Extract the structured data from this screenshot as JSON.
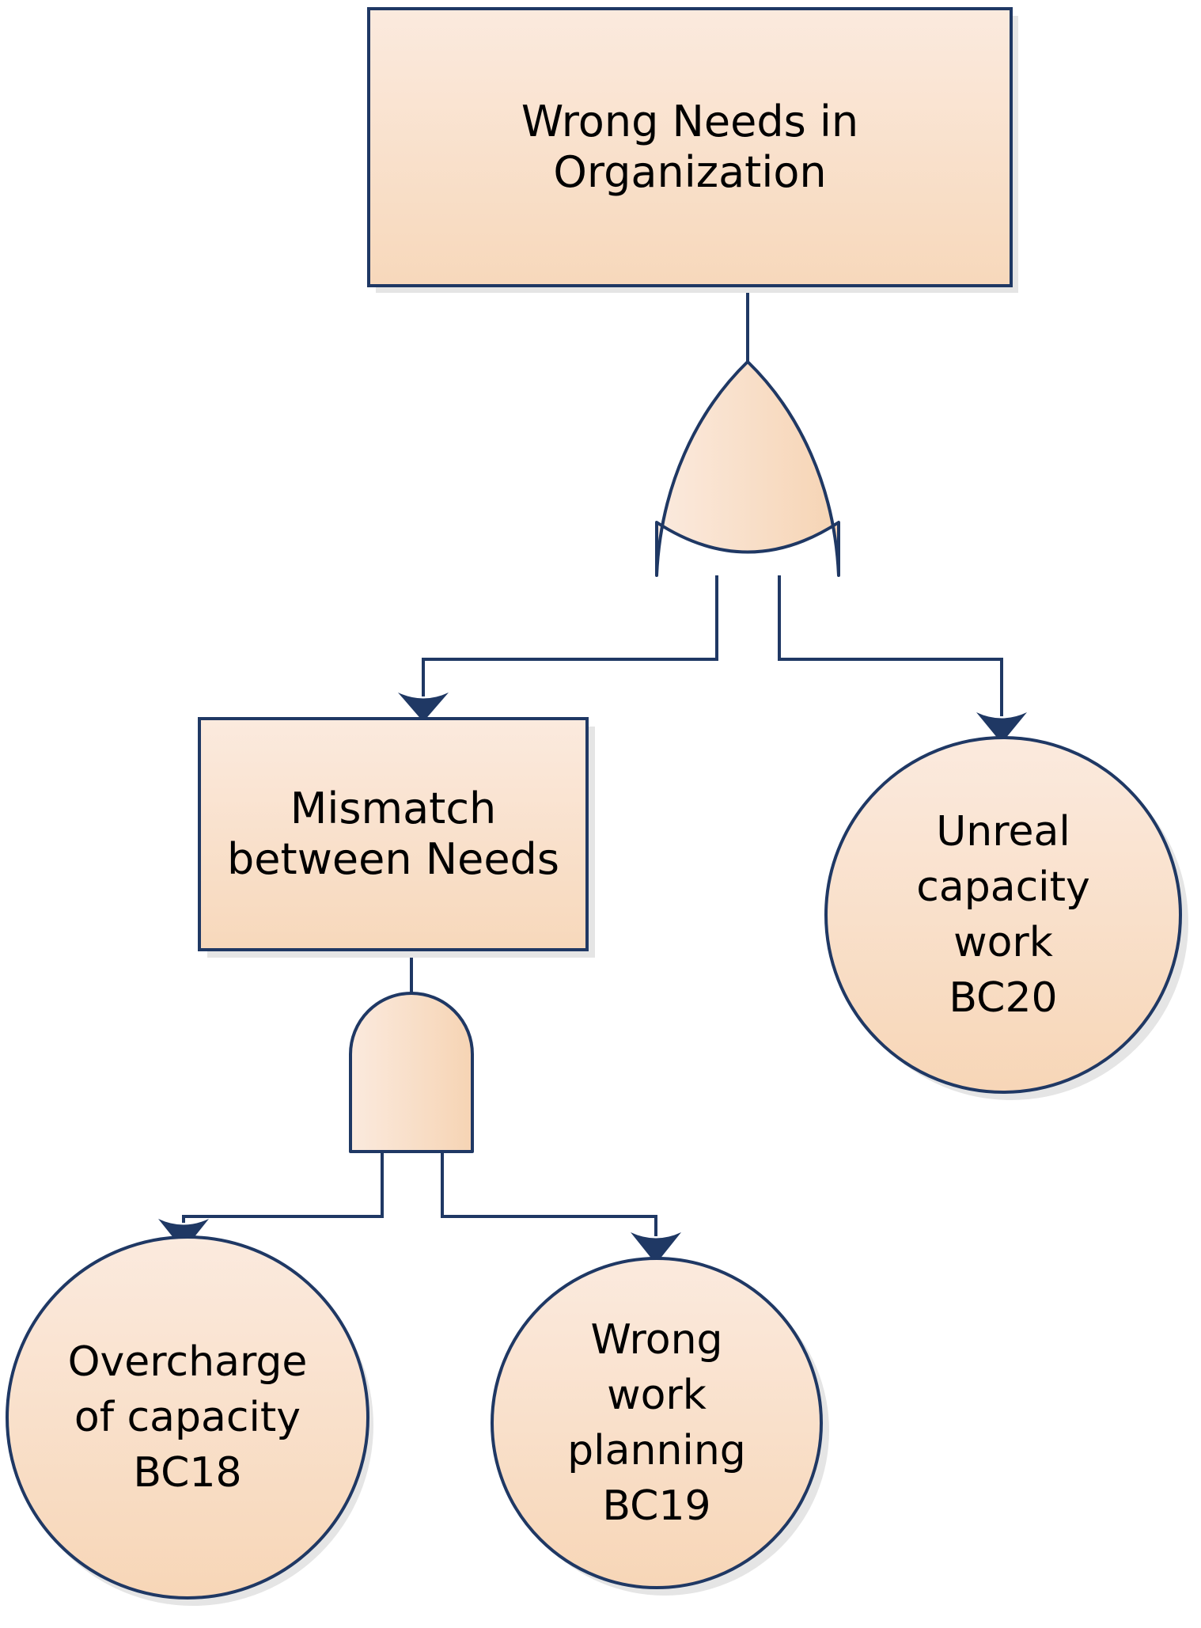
{
  "diagram": {
    "title": "Fault tree for Wrong Needs in Organization",
    "type": "fault-tree",
    "colors": {
      "node_fill_light": "#fbeade",
      "node_fill_dark": "#f8dcc2",
      "node_stroke": "#1f3864",
      "connector": "#1f3864",
      "shadow": "#e3e3e3",
      "text": "#000000",
      "background": "#ffffff"
    }
  },
  "nodes": {
    "top_event": {
      "id": "top-event",
      "shape": "rectangle",
      "label": "Wrong Needs in\nOrganization"
    },
    "mismatch": {
      "id": "mismatch",
      "shape": "rectangle",
      "label": "Mismatch\nbetween Needs"
    },
    "bc20": {
      "id": "bc20",
      "shape": "circle",
      "label": "Unreal\ncapacity\nwork\nBC20",
      "code": "BC20"
    },
    "bc18": {
      "id": "bc18",
      "shape": "circle",
      "label": "Overcharge\nof capacity\nBC18",
      "code": "BC18"
    },
    "bc19": {
      "id": "bc19",
      "shape": "circle",
      "label": "Wrong\nwork\nplanning\nBC19",
      "code": "BC19"
    }
  },
  "gates": {
    "or_gate": {
      "id": "or-gate-top",
      "type": "OR",
      "label": ""
    },
    "and_gate": {
      "id": "and-gate-mismatch",
      "type": "AND",
      "label": ""
    }
  },
  "edges": [
    {
      "from": "top_event",
      "to": "or_gate",
      "arrow": false
    },
    {
      "from": "or_gate",
      "to": "mismatch",
      "arrow": true
    },
    {
      "from": "or_gate",
      "to": "bc20",
      "arrow": true
    },
    {
      "from": "mismatch",
      "to": "and_gate",
      "arrow": false
    },
    {
      "from": "and_gate",
      "to": "bc18",
      "arrow": true
    },
    {
      "from": "and_gate",
      "to": "bc19",
      "arrow": true
    }
  ]
}
